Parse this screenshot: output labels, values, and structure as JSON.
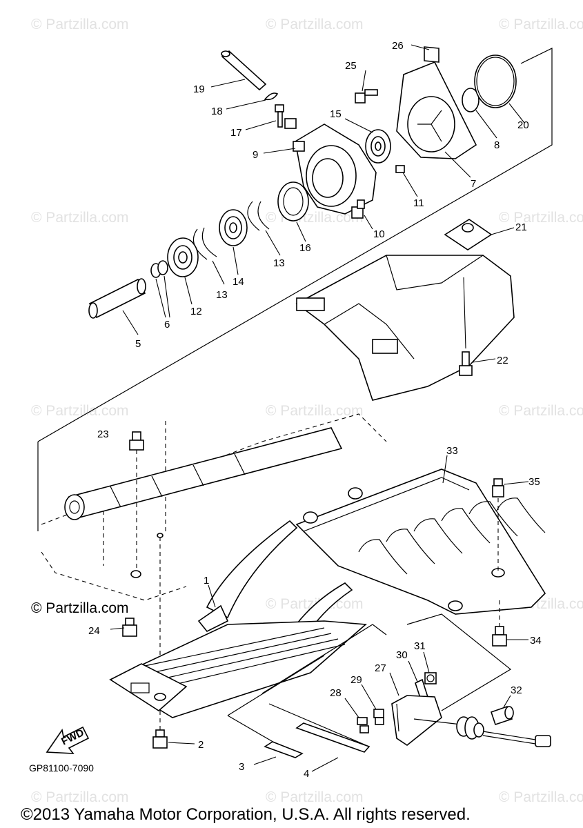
{
  "watermarks": [
    {
      "id": "wm-1",
      "text": "© Partzilla.com"
    },
    {
      "id": "wm-2",
      "text": "© Partzilla.com"
    },
    {
      "id": "wm-3",
      "text": "© Partzilla.com"
    },
    {
      "id": "wm-4",
      "text": "© Partzilla.com"
    },
    {
      "id": "wm-5",
      "text": "© Partzilla.com"
    },
    {
      "id": "wm-6",
      "text": "© Partzilla.com"
    },
    {
      "id": "wm-7",
      "text": "© Partzilla.com"
    },
    {
      "id": "wm-8",
      "text": "© Partzilla.com"
    },
    {
      "id": "wm-9",
      "text": "© Partzilla.com"
    },
    {
      "id": "wm-10",
      "text": "© Partzilla.com"
    },
    {
      "id": "wm-11",
      "text": "© Partzilla.com"
    },
    {
      "id": "wm-12",
      "text": "© Partzilla.com"
    },
    {
      "id": "wm-13",
      "text": "© Partzilla.com"
    },
    {
      "id": "wm-14",
      "text": "© Partzilla.com"
    }
  ],
  "watermark_dark": "© Partzilla.com",
  "callouts": [
    "1",
    "2",
    "3",
    "4",
    "5",
    "6",
    "7",
    "8",
    "9",
    "10",
    "11",
    "12",
    "13",
    "13",
    "14",
    "15",
    "16",
    "17",
    "18",
    "19",
    "20",
    "21",
    "22",
    "23",
    "24",
    "25",
    "26",
    "27",
    "28",
    "29",
    "30",
    "31",
    "32",
    "33",
    "34",
    "35"
  ],
  "fwd_label": "FWD",
  "diagram_code": "GP81100-7090",
  "copyright": "©2013 Yamaha Motor Corporation, U.S.A. All rights reserved."
}
